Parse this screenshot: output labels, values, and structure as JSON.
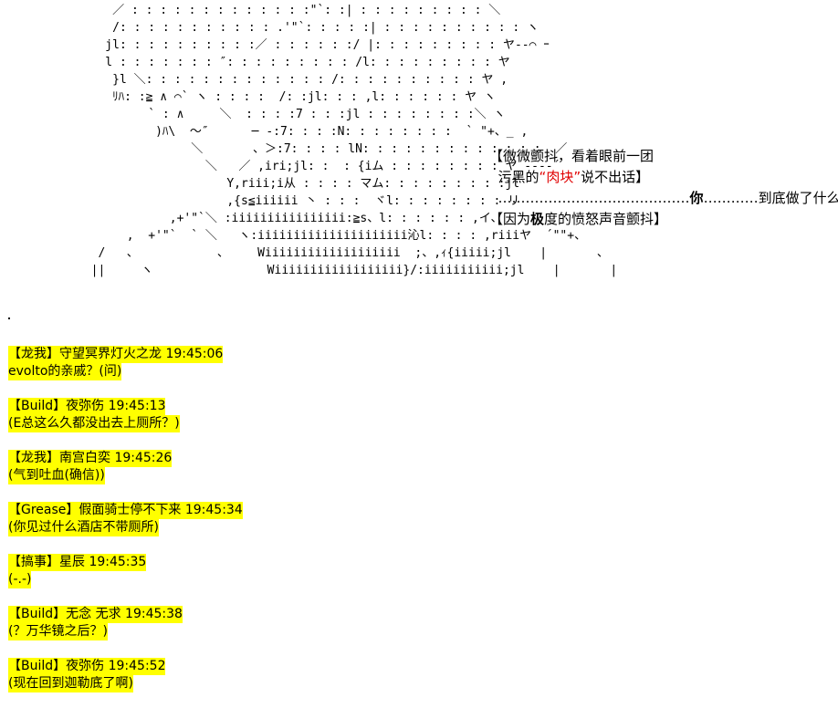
{
  "ascii_art": [
    "     ／ : : : : : : : : : : : : :\"`: :| : : : : : : : : : ＼",
    "     /: : : : : : : : : : : .'\"`: : : : :| : : : : : : : : : : ヽ",
    "    jl: : : : : : : : : :／ : : : : : :/ |: : : : : : : : : ヤ-‐⌒ ｰ",
    "    l : : : : : : : ″: : : : : : : : : /l: : : : : : : : : ヤ",
    "     }l ＼: : : : : : : : : : : : : /: : : : : : : : : : ヤ ,",
    "     ﾘﾊ: :≧ ∧ ⌒` ヽ : : : :  /: :jl: : : ,l: : : : : : ヤ ヽ",
    "          ` : ∧     ＼  : : : :7 : : :jl : : : : : : : :＼ ヽ",
    "           )ﾊ\\  ～″      ─ -:7: : : :N: : : : : : : :  ` \"+、_ ,",
    "                ＼       、＞:7: : : : lN: : : : : : : : : : : : :  ／",
    "                  ＼   ／ ,iri;jl: :  : {iム : : : : : : : : ヤ ‐‐‐‐´",
    "                     Y,riii;i从 : : : : マム: : : : : : : : :jl",
    "                     ,{s≦iiiiii 丶 : : :  ヾl: : : : : : : : リ",
    "             ,+'\"`＼ :iiiiiiiiiiiiiiii:≧s、l: : : : : : ,イ、",
    "       ,  +'\"`  ` ＼   ヽ:iiiiiiiiiiiiiiiiiiiii沁l: : : : ,riiiヤ  ´\"\"+、",
    "   /   、           、    Wiiiiiiiiiiiiiiiiiii  ;、,ｨ{iiiii;jl    |       、",
    "  ||     ヽ                Wiiiiiiiiiiiiiiiiii}/:iiiiiiiiiii;jl    |       |"
  ],
  "narration": {
    "line1": "【微微颤抖，看着眼前一团",
    "line2_pre": "  污黑的",
    "line2_red": "“肉块”",
    "line2_post": "说不出话】",
    "line3_dots1": "  ……………………………………",
    "line3_bold": "你",
    "line3_dots2": "…………",
    "line3_post": "到底做了什么？！",
    "line4_pre": "【因为",
    "line4_bold": "极",
    "line4_post": "度的愤怒声音颤抖】"
  },
  "messages": [
    {
      "header": "【龙我】守望冥界灯火之龙 19:45:06",
      "body": "evolto的亲戚？(问)"
    },
    {
      "header": "【Build】夜弥伤 19:45:13",
      "body": "(E总这么久都没出去上厕所？)"
    },
    {
      "header": "【龙我】南宫白奕 19:45:26",
      "body": "(气到吐血(确信))"
    },
    {
      "header": "【Grease】假面骑士停不下来 19:45:34",
      "body": "(你见过什么酒店不带厕所)"
    },
    {
      "header": "【搞事】星辰 19:45:35",
      "body": "(-.-)"
    },
    {
      "header": "【Build】无念 无求 19:45:38",
      "body": "(？万华镜之后？)"
    },
    {
      "header": "【Build】夜弥伤 19:45:52",
      "body": "(现在回到迦勒底了啊)"
    }
  ]
}
